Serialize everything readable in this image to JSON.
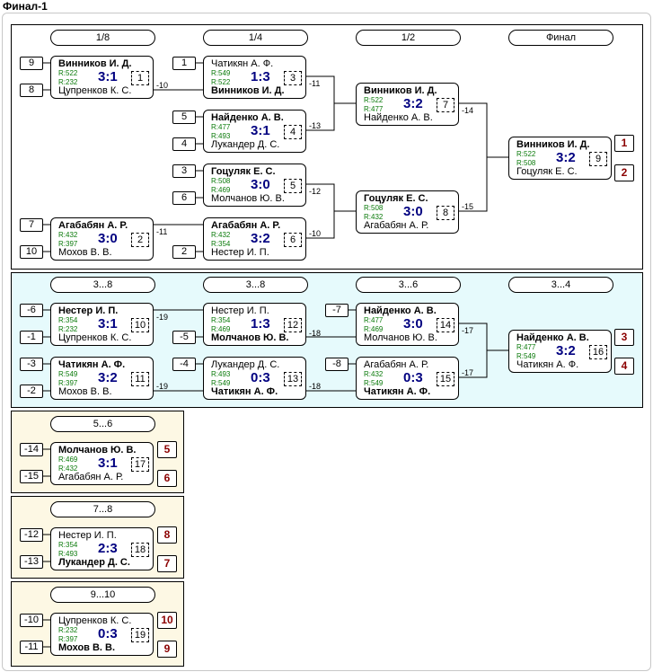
{
  "title": "Финал-1",
  "stages": {
    "main": [
      "1/8",
      "1/4",
      "1/2",
      "Финал"
    ],
    "third": [
      "3...8",
      "3...8",
      "3...6",
      "3...4"
    ],
    "s56": "5...6",
    "s78": "7...8",
    "s910": "9...10"
  },
  "matches": [
    {
      "id": "m1",
      "p1": "Винников И. Д.",
      "p2": "Цупренков К. С.",
      "r1": "R:522",
      "r2": "R:232",
      "score": "3:1",
      "num": "1",
      "win": 1
    },
    {
      "id": "m2",
      "p1": "Агабабян А. Р.",
      "p2": "Мохов В. В.",
      "r1": "R:432",
      "r2": "R:397",
      "score": "3:0",
      "num": "2",
      "win": 1
    },
    {
      "id": "m3",
      "p1": "Чатикян А. Ф.",
      "p2": "Винников И. Д.",
      "r1": "R:549",
      "r2": "R:522",
      "score": "1:3",
      "num": "3",
      "win": 2
    },
    {
      "id": "m4",
      "p1": "Найденко А. В.",
      "p2": "Лукандер Д. С.",
      "r1": "R:477",
      "r2": "R:493",
      "score": "3:1",
      "num": "4",
      "win": 1
    },
    {
      "id": "m5",
      "p1": "Гоцуляк Е. С.",
      "p2": "Молчанов Ю. В.",
      "r1": "R:508",
      "r2": "R:469",
      "score": "3:0",
      "num": "5",
      "win": 1
    },
    {
      "id": "m6",
      "p1": "Агабабян А. Р.",
      "p2": "Нестер И. П.",
      "r1": "R:432",
      "r2": "R:354",
      "score": "3:2",
      "num": "6",
      "win": 1
    },
    {
      "id": "m7",
      "p1": "Винников И. Д.",
      "p2": "Найденко А. В.",
      "r1": "R:522",
      "r2": "R:477",
      "score": "3:2",
      "num": "7",
      "win": 1
    },
    {
      "id": "m8",
      "p1": "Гоцуляк Е. С.",
      "p2": "Агабабян А. Р.",
      "r1": "R:508",
      "r2": "R:432",
      "score": "3:0",
      "num": "8",
      "win": 1
    },
    {
      "id": "m9",
      "p1": "Винников И. Д.",
      "p2": "Гоцуляк Е. С.",
      "r1": "R:522",
      "r2": "R:508",
      "score": "3:2",
      "num": "9",
      "win": 1
    },
    {
      "id": "m10",
      "p1": "Нестер И. П.",
      "p2": "Цупренков К. С.",
      "r1": "R:354",
      "r2": "R:232",
      "score": "3:1",
      "num": "10",
      "win": 1
    },
    {
      "id": "m11",
      "p1": "Чатикян А. Ф.",
      "p2": "Мохов В. В.",
      "r1": "R:549",
      "r2": "R:397",
      "score": "3:2",
      "num": "11",
      "win": 1
    },
    {
      "id": "m12",
      "p1": "Нестер И. П.",
      "p2": "Молчанов Ю. В.",
      "r1": "R:354",
      "r2": "R:469",
      "score": "1:3",
      "num": "12",
      "win": 2
    },
    {
      "id": "m13",
      "p1": "Лукандер Д. С.",
      "p2": "Чатикян А. Ф.",
      "r1": "R:493",
      "r2": "R:549",
      "score": "0:3",
      "num": "13",
      "win": 2
    },
    {
      "id": "m14",
      "p1": "Найденко А. В.",
      "p2": "Молчанов Ю. В.",
      "r1": "R:477",
      "r2": "R:469",
      "score": "3:0",
      "num": "14",
      "win": 1
    },
    {
      "id": "m15",
      "p1": "Агабабян А. Р.",
      "p2": "Чатикян А. Ф.",
      "r1": "R:432",
      "r2": "R:549",
      "score": "0:3",
      "num": "15",
      "win": 2
    },
    {
      "id": "m16",
      "p1": "Найденко А. В.",
      "p2": "Чатикян А. Ф.",
      "r1": "R:477",
      "r2": "R:549",
      "score": "3:2",
      "num": "16",
      "win": 1
    },
    {
      "id": "m17",
      "p1": "Молчанов Ю. В.",
      "p2": "Агабабян А. Р.",
      "r1": "R:469",
      "r2": "R:432",
      "score": "3:1",
      "num": "17",
      "win": 1
    },
    {
      "id": "m18",
      "p1": "Нестер И. П.",
      "p2": "Лукандер Д. С.",
      "r1": "R:354",
      "r2": "R:493",
      "score": "2:3",
      "num": "18",
      "win": 2
    },
    {
      "id": "m19",
      "p1": "Цупренков К. С.",
      "p2": "Мохов В. В.",
      "r1": "R:232",
      "r2": "R:397",
      "score": "0:3",
      "num": "19",
      "win": 2
    }
  ],
  "seeds": [
    "9",
    "8",
    "7",
    "10",
    "1",
    "5",
    "4",
    "3",
    "6",
    "2",
    "-6",
    "-1",
    "-3",
    "-2",
    "-5",
    "-4",
    "-7",
    "-8",
    "-14",
    "-15",
    "-12",
    "-13",
    "-10",
    "-11"
  ],
  "labels": [
    "-10",
    "-11",
    "-11",
    "-13",
    "-12",
    "-10",
    "-14",
    "-15",
    "-19",
    "-19",
    "-18",
    "-18",
    "-17",
    "-17"
  ],
  "places": [
    "1",
    "2",
    "3",
    "4",
    "5",
    "6",
    "8",
    "7",
    "10",
    "9"
  ],
  "colors": {
    "upper": "#ffffff",
    "third": "#e6fafc",
    "lower": "#fdf8e4",
    "score": "#000080",
    "rating": "#0a7a0a",
    "place": "#8b0000"
  }
}
